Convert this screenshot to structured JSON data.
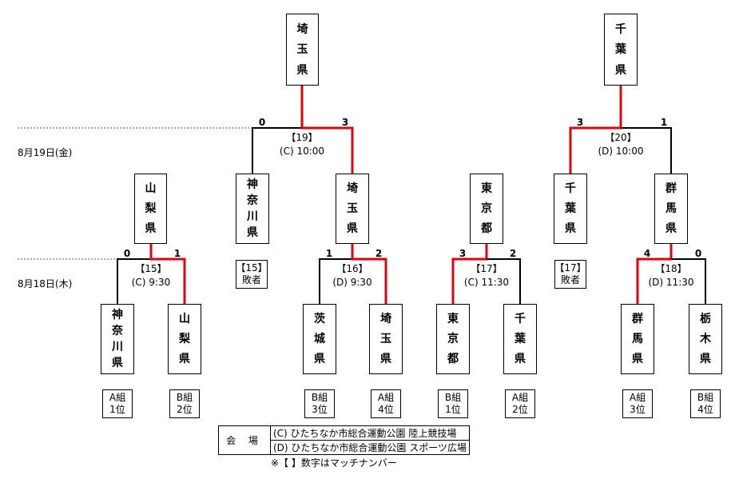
{
  "colors": {
    "winner_line": "#e3000f",
    "line": "#000000",
    "dotted": "#555555"
  },
  "dates": {
    "day1": "8月18日(木)",
    "day2": "8月19日(金)"
  },
  "day2_matches": [
    {
      "no": "【19】",
      "venue_time": "(C) 10:00",
      "score_left": "0",
      "score_right": "3"
    },
    {
      "no": "【20】",
      "venue_time": "(D) 10:00",
      "score_left": "3",
      "score_right": "1"
    }
  ],
  "day1_matches": [
    {
      "no": "【15】",
      "venue_time": "(C) 9:30",
      "score_left": "0",
      "score_right": "1"
    },
    {
      "no": "【16】",
      "venue_time": "(D) 9:30",
      "score_left": "1",
      "score_right": "2"
    },
    {
      "no": "【17】",
      "venue_time": "(C) 11:30",
      "score_left": "3",
      "score_right": "2"
    },
    {
      "no": "【18】",
      "venue_time": "(D) 11:30",
      "score_left": "4",
      "score_right": "0"
    }
  ],
  "finalists": [
    [
      "埼",
      "玉",
      "県"
    ],
    [
      "千",
      "葉",
      "県"
    ]
  ],
  "semi_teams": [
    [
      "山",
      "梨",
      "県"
    ],
    [
      "神",
      "奈",
      "川",
      "県"
    ],
    [
      "埼",
      "玉",
      "県"
    ],
    [
      "東",
      "京",
      "都"
    ],
    [
      "千",
      "葉",
      "県"
    ],
    [
      "群",
      "馬",
      "県"
    ]
  ],
  "first_round_teams": [
    [
      "神",
      "奈",
      "川",
      "県"
    ],
    [
      "山",
      "梨",
      "県"
    ],
    [
      "茨",
      "城",
      "県"
    ],
    [
      "埼",
      "玉",
      "県"
    ],
    [
      "東",
      "京",
      "都"
    ],
    [
      "千",
      "葉",
      "県"
    ],
    [
      "群",
      "馬",
      "県"
    ],
    [
      "栃",
      "木",
      "県"
    ]
  ],
  "group_ranks": [
    [
      "A組",
      "1位"
    ],
    [
      "B組",
      "2位"
    ],
    [
      "B組",
      "3位"
    ],
    [
      "A組",
      "4位"
    ],
    [
      "B組",
      "1位"
    ],
    [
      "A組",
      "2位"
    ],
    [
      "A組",
      "3位"
    ],
    [
      "B組",
      "4位"
    ]
  ],
  "loser_refs": [
    [
      "【15】",
      "敗者"
    ],
    [
      "【17】",
      "敗者"
    ]
  ],
  "venue": {
    "header": "会 場",
    "rows": [
      "(C) ひたちなか市総合運動公園 陸上競技場",
      "(D) ひたちなか市総合運動公園 スポーツ広場"
    ]
  },
  "note": "※【 】数字はマッチナンバー"
}
